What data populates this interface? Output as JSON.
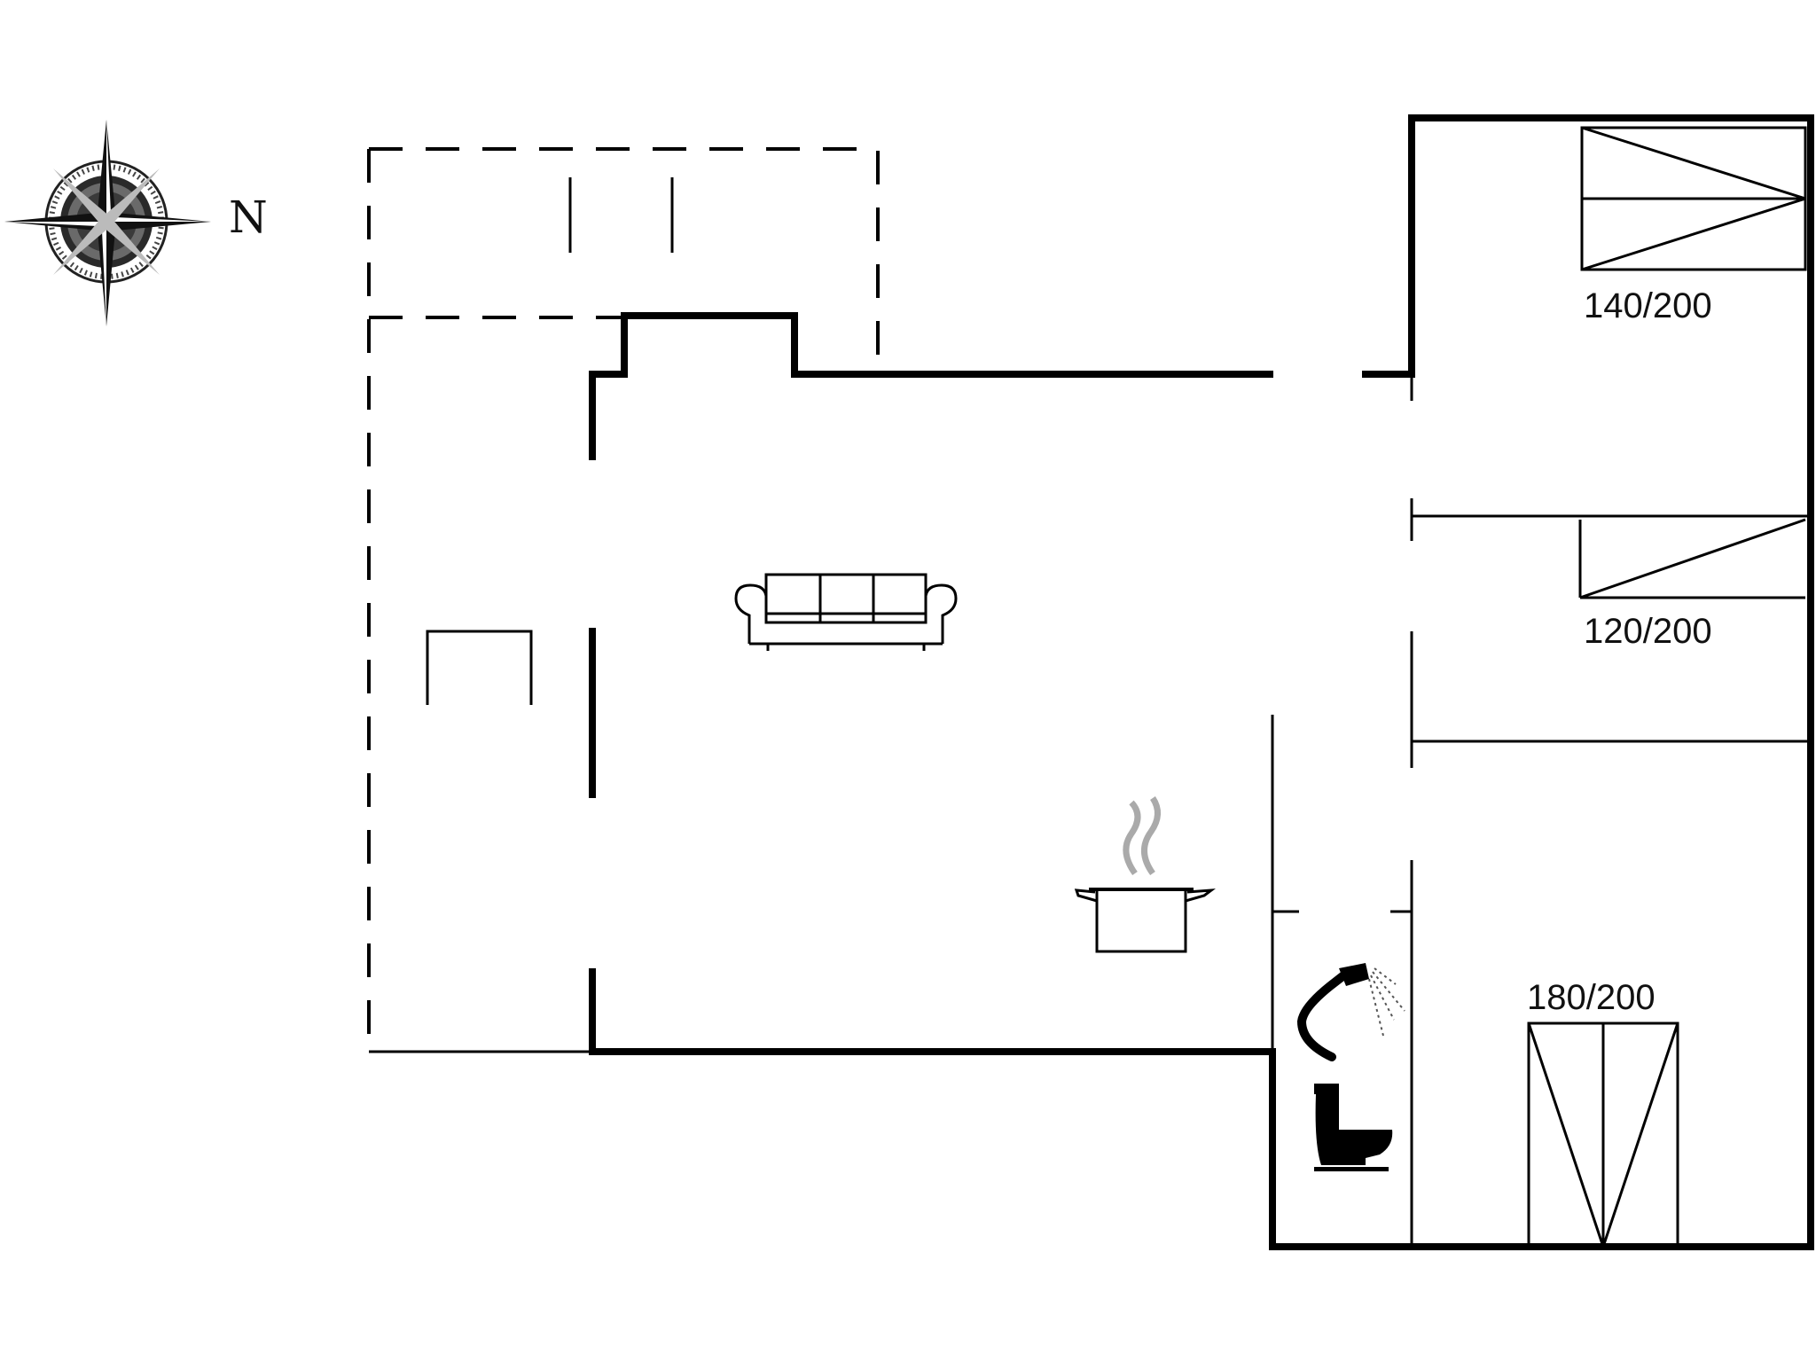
{
  "compass": {
    "direction_label": "N"
  },
  "beds": [
    {
      "size": "140/200"
    },
    {
      "size": "120/200"
    },
    {
      "size": "180/200"
    }
  ],
  "icons": [
    "compass-rose-icon",
    "sofa-icon",
    "cooking-pot-icon",
    "shower-icon",
    "toilet-icon",
    "bed-icon",
    "table-icon"
  ]
}
